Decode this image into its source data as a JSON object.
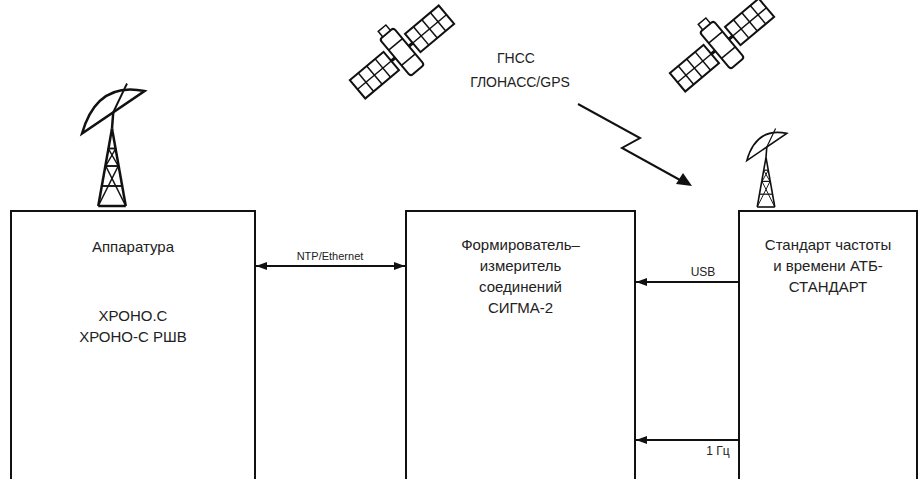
{
  "diagram": {
    "nodes": [
      {
        "text": [
          "Аппаратура",
          "ХРОНО.С ХРОНО-С РШВ"
        ]
      },
      {
        "text": [
          "Формирователь– измеритель соединений СИГМА-2"
        ]
      },
      {
        "text": [
          "Стандарт частоты и времени АТБ-СТАНДАРТ"
        ]
      }
    ],
    "edges": [
      {
        "from": 0,
        "to": 1,
        "arrow": "both",
        "label": "NTP/Ethernet"
      },
      {
        "from": 2,
        "to": 1,
        "arrow": "to",
        "label": "USB"
      },
      {
        "from": 2,
        "to": 1,
        "arrow": "to",
        "label": "1 Гц"
      }
    ],
    "labels": [
      "ГНСС",
      "ГЛОНАСС/GPS"
    ]
  }
}
